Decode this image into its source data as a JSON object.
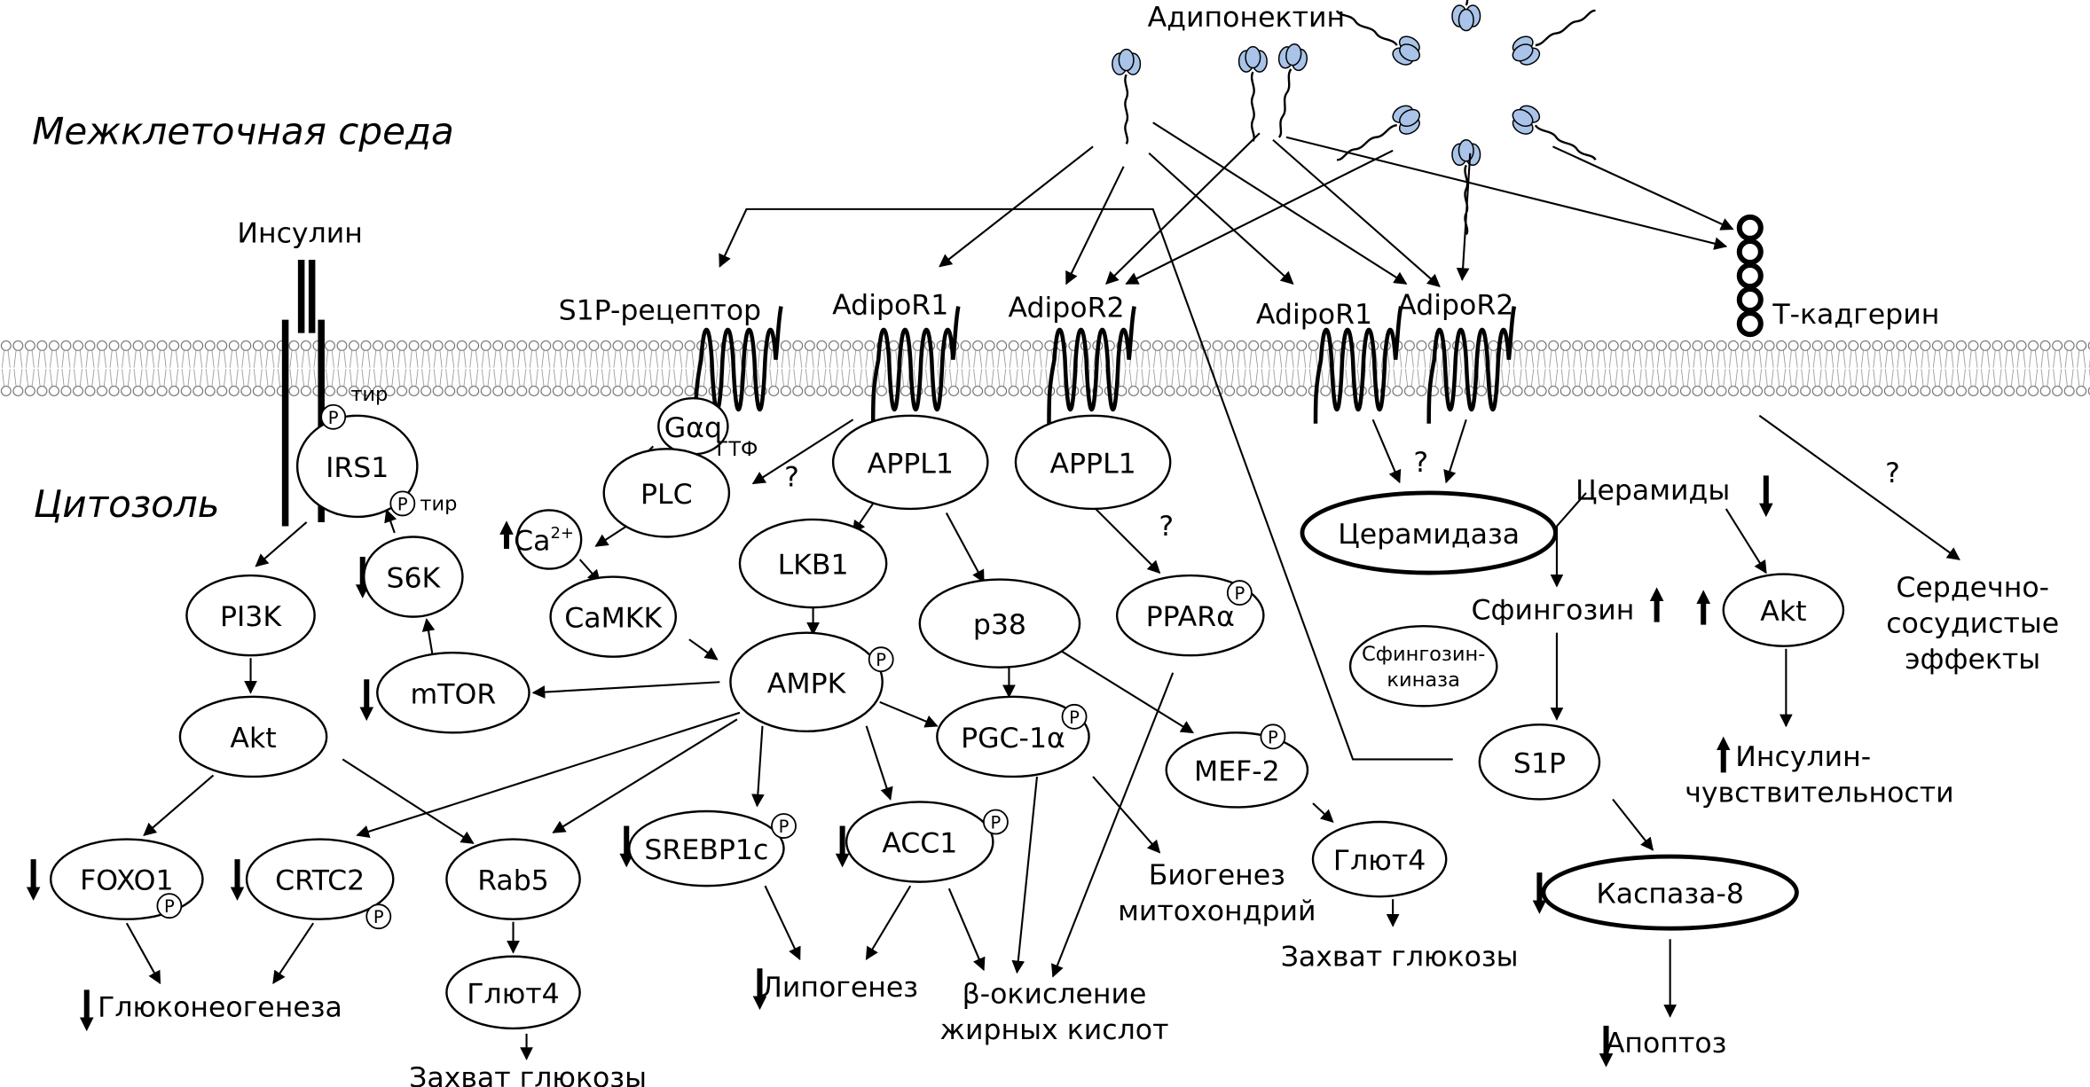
{
  "texts": {
    "adiponectin": "Адипонектин",
    "extracellular": "Межклеточная среда",
    "cytosol": "Цитозоль",
    "insulin": "Инсулин",
    "s1p_receptor": "S1P-рецептор",
    "adipor1_a": "AdipoR1",
    "adipor2_a": "AdipoR2",
    "adipor1_b": "AdipoR1",
    "adipor2_b": "AdipoR2",
    "t_cadherin": "Т-кадгерин",
    "ceramides": "Церамиды",
    "sphingosine": "Сфингозин",
    "cardio_1": "Сердечно-",
    "cardio_2": "сосудистые",
    "cardio_3": "эффекты",
    "insulin_sens_1": "Инсулин-",
    "insulin_sens_2": "чувствительности",
    "apoptosis": "Апоптоз",
    "glucose_uptake_right": "Захват глюкозы",
    "glucose_uptake_left": "Захват глюкозы",
    "mito_1": "Биогенез",
    "mito_2": "митохондрий",
    "beta_ox_1": "β-окисление",
    "beta_ox_2": "жирных кислот",
    "lipogenesis": "Липогенез",
    "gluconeogenesis": "Глюконеогенеза",
    "gtp": "ГТФ",
    "tyr_1": "тир",
    "tyr_2": "тир",
    "q1": "?",
    "q2": "?",
    "q3": "?",
    "q4": "?",
    "phospho": "P"
  },
  "nodes": {
    "irs1": "IRS1",
    "pi3k": "PI3K",
    "s6k": "S6K",
    "mtor": "mTOR",
    "akt_left": "Akt",
    "foxo1": "FOXO1",
    "crtc2": "CRTC2",
    "rab5": "Rab5",
    "glut4_left": "Глют4",
    "gaq": "Gαq",
    "plc": "PLC",
    "ca": "Ca",
    "camkk": "CaMKK",
    "appl1_a": "APPL1",
    "appl1_b": "APPL1",
    "lkb1": "LKB1",
    "p38": "p38",
    "ampk": "AMPK",
    "pgc1a": "PGC-1α",
    "ppara": "PPARα",
    "mef2": "MEF-2",
    "glut4_right": "Глют4",
    "srebp1c": "SREBP1c",
    "acc1": "ACC1",
    "ceramidase": "Церамидаза",
    "sphk_1": "Сфингозин-",
    "sphk_2": "киназа",
    "akt_right": "Akt",
    "s1p": "S1P",
    "caspase8": "Каспаза-8"
  },
  "ca_superscript": "2+",
  "colors": {
    "adiponectin_globule": "#a9c4e8",
    "line": "#000000"
  }
}
